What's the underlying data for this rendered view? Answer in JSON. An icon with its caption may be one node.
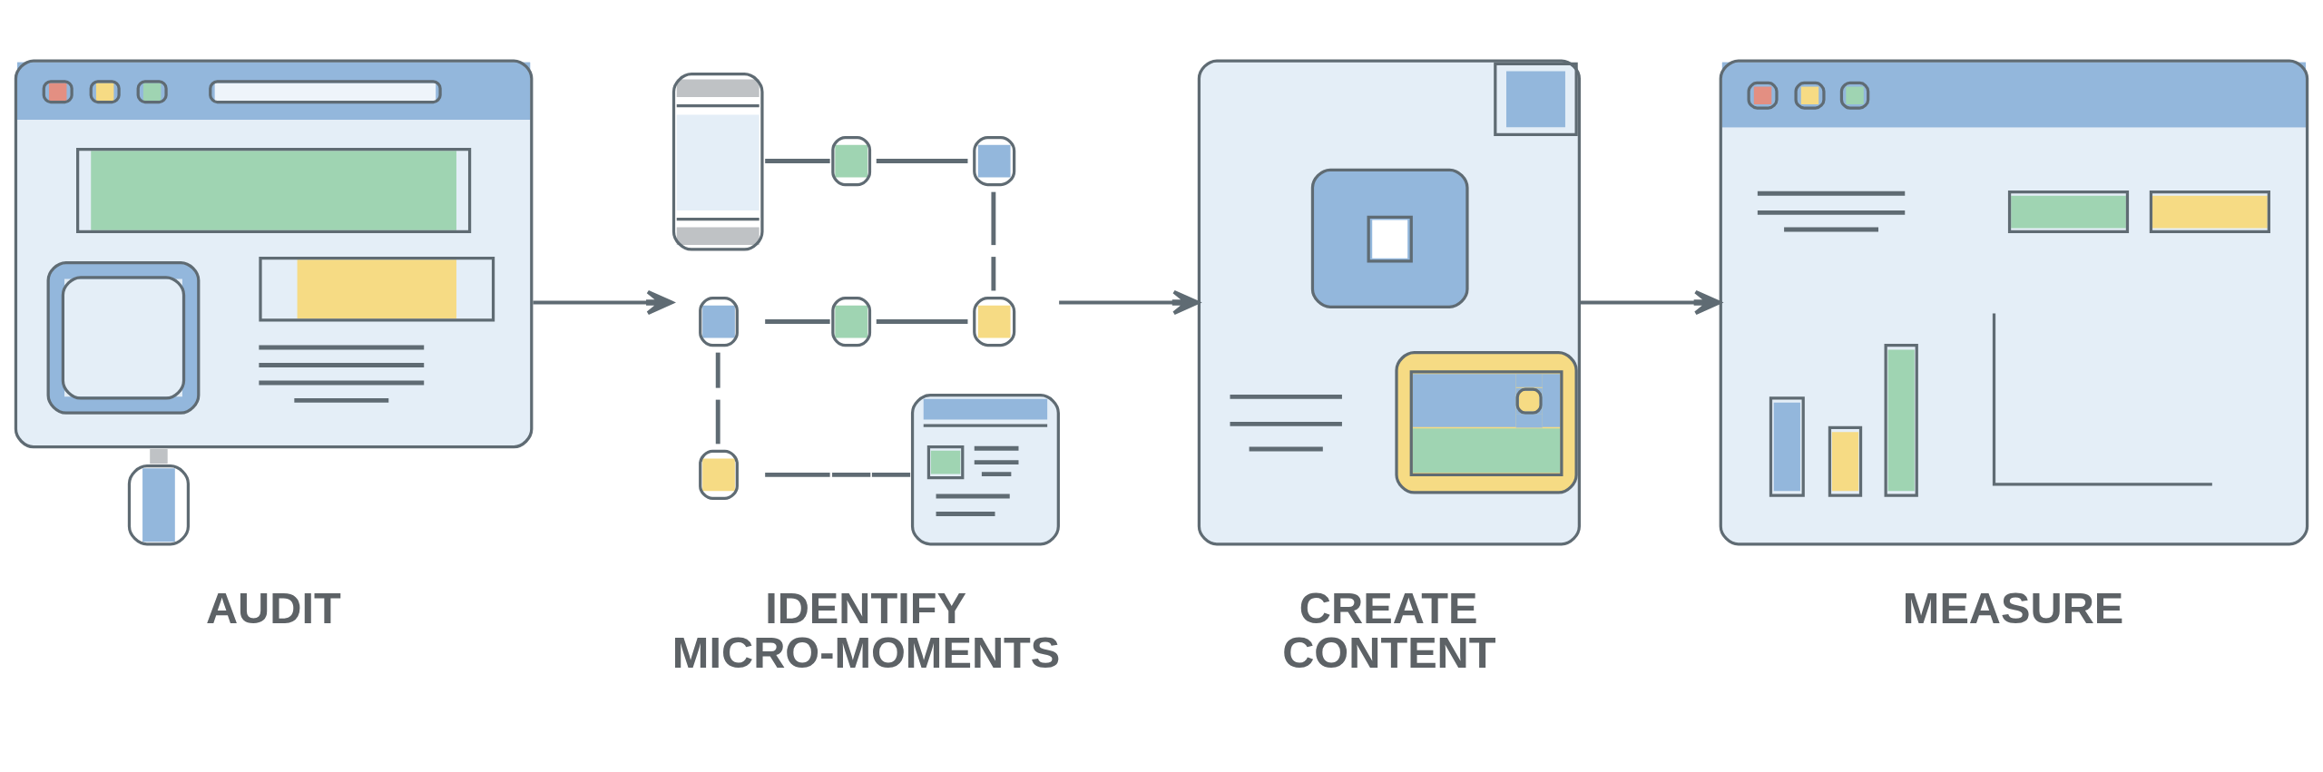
{
  "diagram": {
    "nodes": [
      {
        "text": [],
        "shape": "picture",
        "beside": [
          "AUDIT"
        ]
      },
      {
        "text": [],
        "shape": "picture",
        "beside": [
          "IDENTIFY MICRO-MOMENTS"
        ]
      },
      {
        "text": [],
        "shape": "picture",
        "beside": [
          "CREATE CONTENT"
        ]
      },
      {
        "text": [],
        "shape": "picture",
        "beside": [
          "MEASURE"
        ]
      }
    ],
    "edges": [
      {
        "from": 0,
        "to": 1,
        "arrow": "to"
      },
      {
        "from": 1,
        "to": 2,
        "arrow": "to"
      },
      {
        "from": 2,
        "to": 3,
        "arrow": "to"
      }
    ]
  }
}
